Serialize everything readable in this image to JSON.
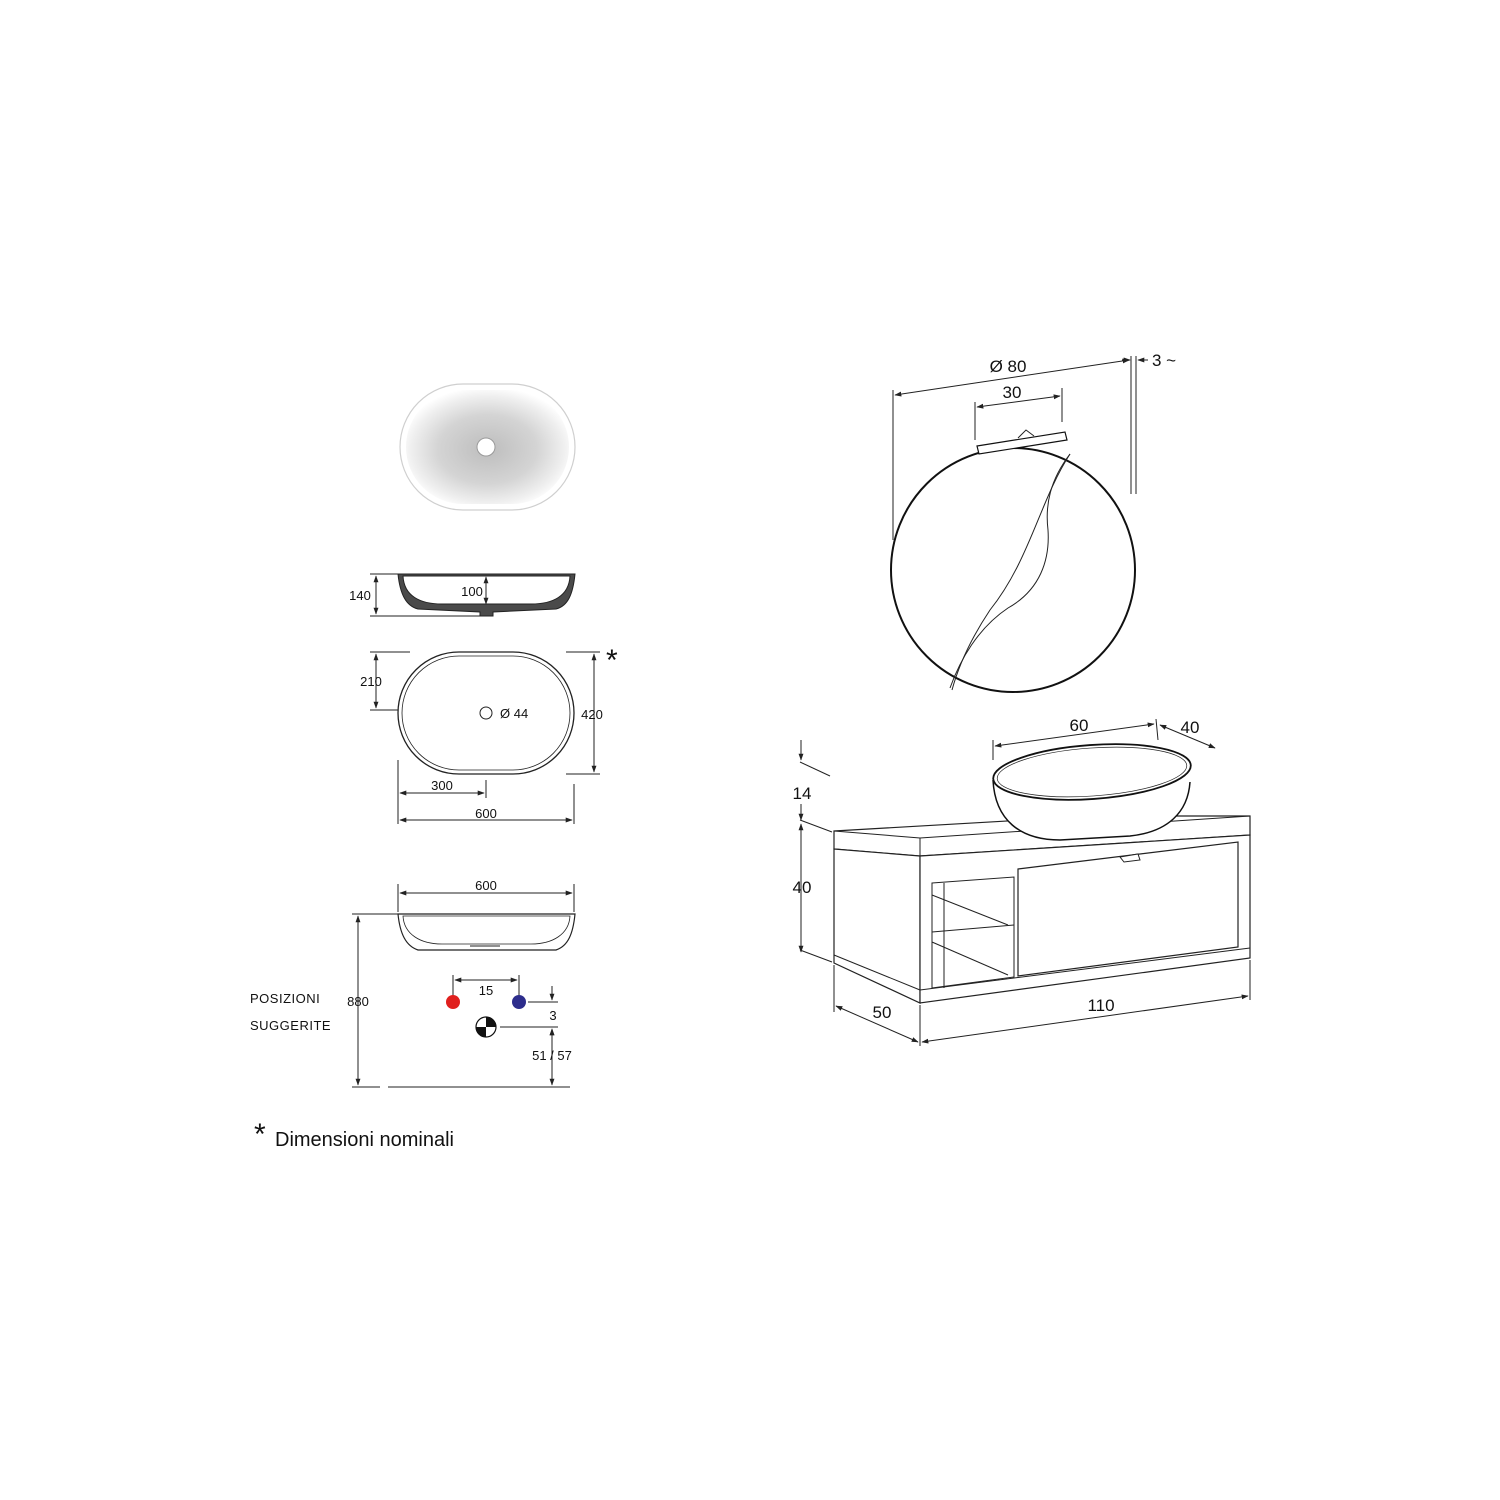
{
  "basin_drawings": {
    "section_top": {
      "height_label": "140",
      "depth_label": "100"
    },
    "plan_view": {
      "half_depth_label": "210",
      "depth_label": "420",
      "drain_label": "Ø 44",
      "half_width_label": "300",
      "width_label": "600",
      "nominal_marker": "*"
    },
    "installation_view": {
      "width_label": "600",
      "height_label": "880",
      "tap_spacing_label": "15",
      "offset_label": "3",
      "waste_height_label": "51 / 57",
      "suggested_line1": "POSIZIONI",
      "suggested_line2": "SUGGERITE",
      "hot_color": "#e0201e",
      "cold_color": "#2d2d8c"
    }
  },
  "furniture_drawing": {
    "mirror_diameter_label": "Ø 80",
    "lamp_width_label": "30",
    "mirror_depth_label": "3 ~",
    "basin_width_label": "60",
    "basin_depth_label": "40",
    "basin_height_label": "14",
    "cabinet_height_label": "40",
    "cabinet_depth_label": "50",
    "cabinet_width_label": "110"
  },
  "footnote": {
    "marker": "*",
    "text": "Dimensioni nominali"
  }
}
